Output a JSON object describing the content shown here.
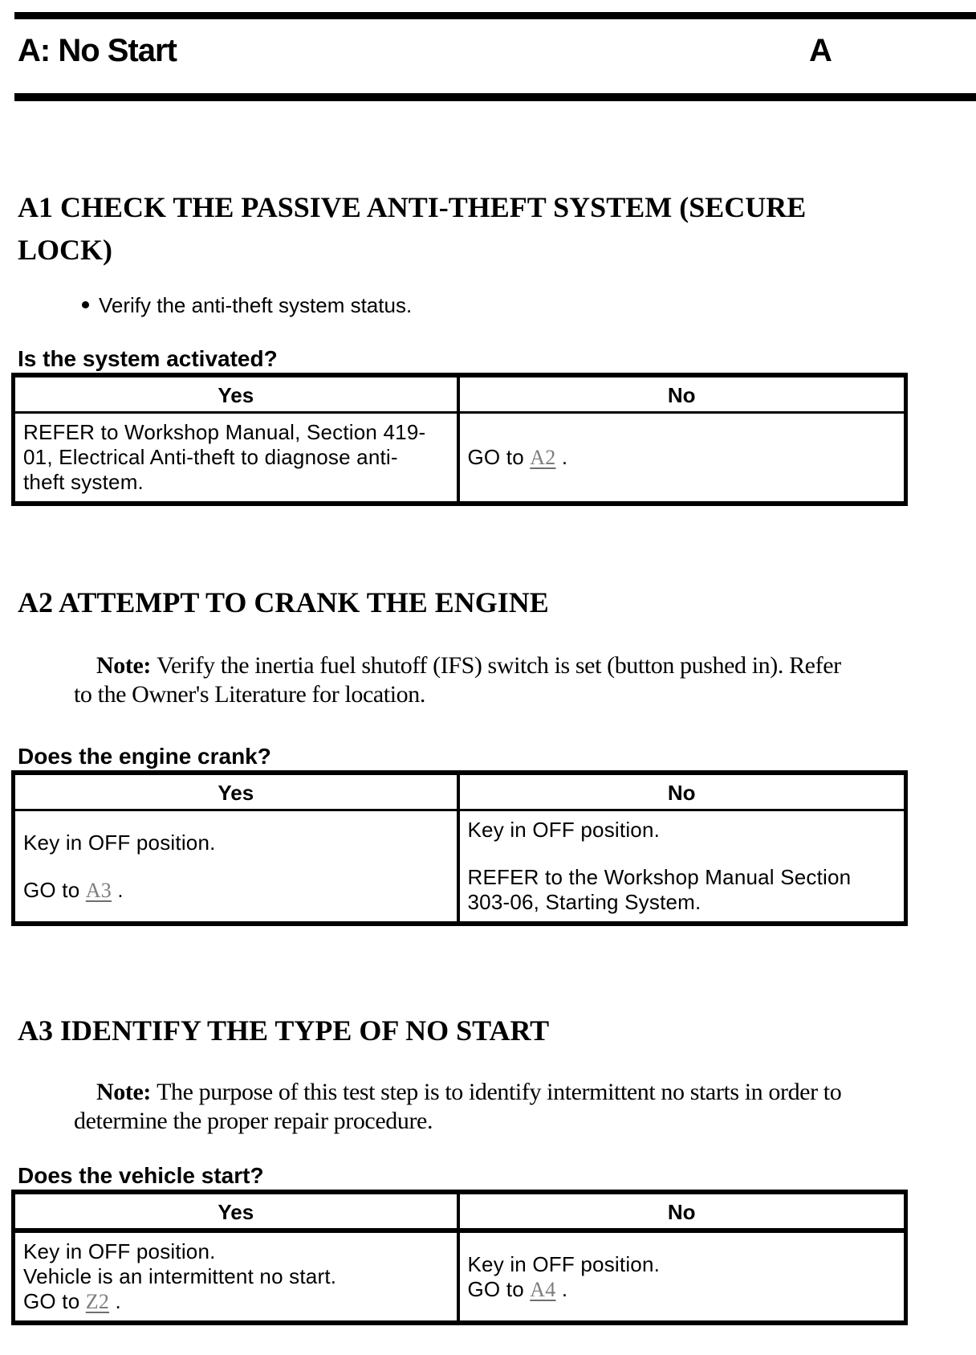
{
  "header": {
    "title": "A: No Start",
    "section_letter": "A"
  },
  "colors": {
    "text": "#000000",
    "link": "#7d7d7d",
    "rule": "#000000",
    "background": "#ffffff"
  },
  "sections": [
    {
      "id": "a1",
      "heading_lines": [
        "A1 CHECK THE PASSIVE ANTI-THEFT SYSTEM (SECURE",
        "LOCK)"
      ],
      "heading_full": "A1 CHECK THE PASSIVE ANTI-THEFT SYSTEM (SECURE LOCK)",
      "bullets": [
        "Verify the anti-theft system status."
      ],
      "question": "Is the system activated?",
      "table": {
        "columns": [
          "Yes",
          "No"
        ],
        "cells": [
          {
            "column": "Yes",
            "lines": [
              {
                "type": "text",
                "text": "REFER to Workshop Manual, Section 419-"
              },
              {
                "type": "text",
                "text": "01, Electrical Anti-theft to diagnose anti-"
              },
              {
                "type": "text",
                "text": "theft system."
              }
            ]
          },
          {
            "column": "No",
            "lines": [
              {
                "type": "goto",
                "prefix": "GO to ",
                "link": "A2",
                "suffix": " ."
              }
            ]
          }
        ]
      }
    },
    {
      "id": "a2",
      "heading_lines": [
        "A2 ATTEMPT TO CRANK THE ENGINE"
      ],
      "heading_full": "A2 ATTEMPT TO CRANK THE ENGINE",
      "note": {
        "label": "Note:",
        "lines": [
          "Verify the inertia fuel shutoff (IFS) switch is set (button pushed in). Refer",
          "to the Owner's Literature for location."
        ]
      },
      "question": "Does the engine crank?",
      "table": {
        "columns": [
          "Yes",
          "No"
        ],
        "cells": [
          {
            "column": "Yes",
            "lines": [
              {
                "type": "text",
                "text": "Key in OFF position."
              },
              {
                "type": "blank"
              },
              {
                "type": "goto",
                "prefix": "GO to ",
                "link": "A3",
                "suffix": " ."
              }
            ]
          },
          {
            "column": "No",
            "lines": [
              {
                "type": "text",
                "text": "Key in OFF position."
              },
              {
                "type": "blank"
              },
              {
                "type": "text",
                "text": "REFER to the Workshop Manual Section"
              },
              {
                "type": "text",
                "text": "303-06, Starting System."
              }
            ]
          }
        ]
      }
    },
    {
      "id": "a3",
      "heading_lines": [
        "A3 IDENTIFY THE TYPE OF NO START"
      ],
      "heading_full": "A3 IDENTIFY THE TYPE OF NO START",
      "note": {
        "label": "Note:",
        "lines": [
          "The purpose of this test step is to identify intermittent no starts in order to",
          "determine the proper repair procedure."
        ]
      },
      "question": "Does the vehicle start?",
      "table": {
        "columns": [
          "Yes",
          "No"
        ],
        "cells": [
          {
            "column": "Yes",
            "lines": [
              {
                "type": "text",
                "text": "Key in OFF position."
              },
              {
                "type": "text",
                "text": "Vehicle is an intermittent no start."
              },
              {
                "type": "goto",
                "prefix": "GO to ",
                "link": "Z2",
                "suffix": " ."
              }
            ]
          },
          {
            "column": "No",
            "lines": [
              {
                "type": "text",
                "text": "Key in OFF position."
              },
              {
                "type": "goto",
                "prefix": "GO to ",
                "link": "A4",
                "suffix": " ."
              }
            ]
          }
        ]
      }
    }
  ]
}
